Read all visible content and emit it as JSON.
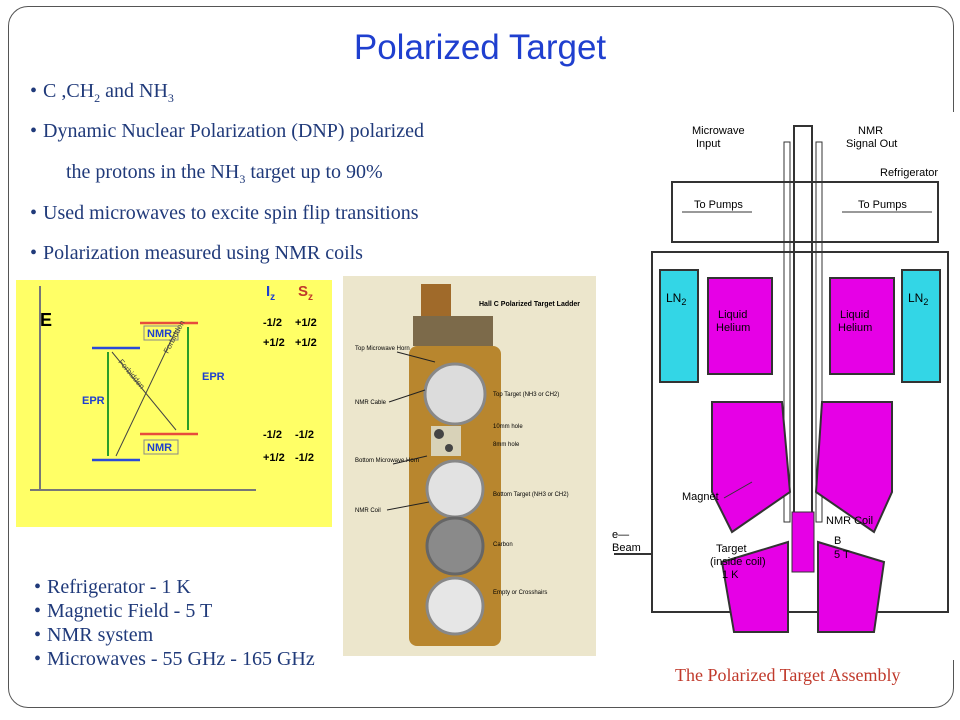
{
  "slide": {
    "title": "Polarized Target",
    "bullets_top": [
      {
        "pre": "C ,CH",
        "sub1": "2",
        "mid": " and NH",
        "sub2": "3",
        "post": ""
      },
      {
        "text": "Dynamic Nuclear Polarization (DNP) polarized"
      },
      {
        "pre": "the protons in the  NH",
        "sub1": "3",
        "post": "  target up to 90%"
      },
      {
        "text": "Used microwaves to  excite spin flip transitions"
      },
      {
        "text": "Polarization measured using NMR coils"
      }
    ],
    "bullets_bottom": [
      "Refrigerator -  1 K",
      "Magnetic Field - 5 T",
      "NMR system",
      "Microwaves - 55 GHz - 165 GHz"
    ],
    "caption": "The Polarized Target Assembly",
    "bullet_glyph": "•"
  },
  "energy_diagram": {
    "axis_label": "E",
    "col_iz": "I",
    "col_iz_sub": "z",
    "col_sz": "S",
    "col_sz_sub": "z",
    "iz_vals": [
      "-1/2",
      "+1/2",
      "-1/2",
      "+1/2"
    ],
    "sz_vals": [
      "+1/2",
      "+1/2",
      "-1/2",
      "-1/2"
    ],
    "nmr_label": "NMR",
    "epr_label": "EPR",
    "forbidden_label": "Forbidden",
    "colors": {
      "bg": "#ffff66",
      "upper": "#e74c3c",
      "lower": "#2a4ad8",
      "arrow": "#2a9d2a"
    }
  },
  "photo": {
    "header": "Hall C Polarized Target Ladder",
    "labels": {
      "top_horn": "Top Microwave Horn",
      "nmr_cable": "NMR Cable",
      "bottom_horn": "Bottom Microwave Horn",
      "nmr_coil": "NMR Coil",
      "top_target": "Top Target (NH3 or CH2)",
      "hole10": "10mm hole",
      "hole8": "8mm hole",
      "bottom_target": "Bottom Target (NH3 or CH2)",
      "carbon": "Carbon",
      "empty": "Empty or Crosshairs"
    }
  },
  "assembly": {
    "microwave_input": "Microwave Input",
    "nmr_signal_out": "NMR Signal Out",
    "refrigerator": "Refrigerator",
    "to_pumps": "To Pumps",
    "ln2": "LN",
    "ln2_sub": "2",
    "liquid_helium": "Liquid Helium",
    "magnet": "Magnet",
    "nmr_coil": "NMR Coil",
    "beam": "e— Beam",
    "b_field": "B",
    "b_value": "5 T",
    "target": "Target (inside coil) 1 K",
    "colors": {
      "ln2": "#33d6e6",
      "helium": "#e600e6",
      "outline": "#333333"
    }
  }
}
